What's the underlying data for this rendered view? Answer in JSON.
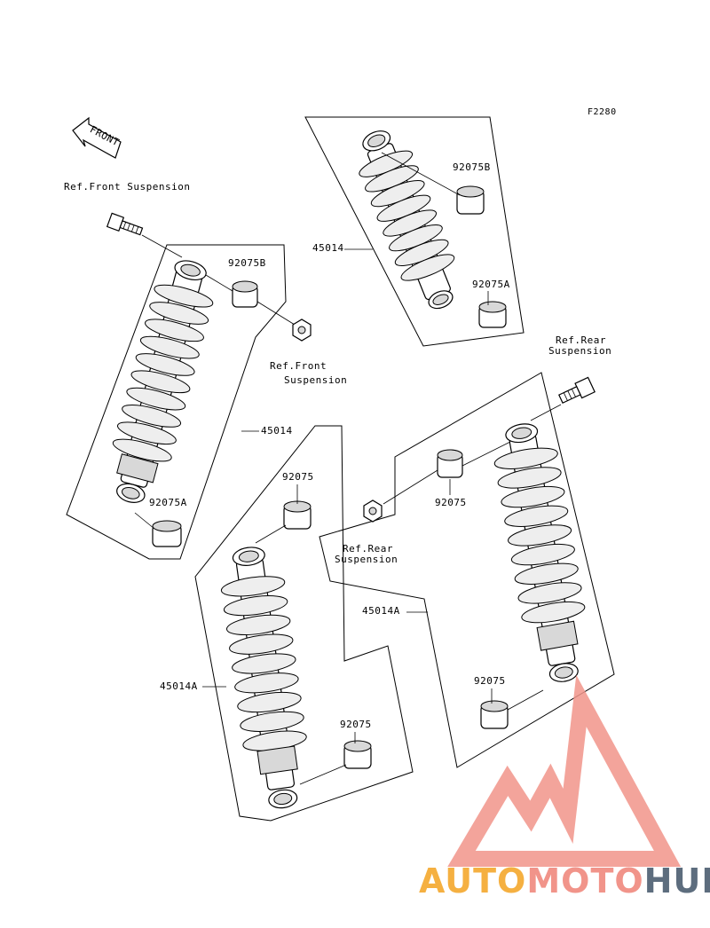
{
  "figure_code": "F2280",
  "front_arrow_label": "FRONT",
  "labels": {
    "ref_front_suspension_top": "Ref.Front Suspension",
    "ref_front_suspension_nut_line1": "Ref.Front",
    "ref_front_suspension_nut_line2": "Suspension",
    "ref_rear_suspension_top_line1": "Ref.Rear",
    "ref_rear_suspension_top_line2": "Suspension",
    "ref_rear_suspension_mid_line1": "Ref.Rear",
    "ref_rear_suspension_mid_line2": "Suspension"
  },
  "part_numbers": {
    "p45014_top": "45014",
    "p92075B_top": "92075B",
    "p92075A_top": "92075A",
    "p92075B_left": "92075B",
    "p45014_left": "45014",
    "p92075A_left": "92075A",
    "p92075_center_upper": "92075",
    "p45014A_center": "45014A",
    "p92075_center_lower": "92075",
    "p92075_right_upper": "92075",
    "p45014A_right": "45014A",
    "p92075_right_lower": "92075"
  },
  "watermark": {
    "part1": "AUTO",
    "part2": "MOTO",
    "part3": "HUB",
    "color1": "#f5b041",
    "color2": "#f1948a",
    "color3": "#5d6d7e",
    "logo_color": "#f1948a"
  }
}
